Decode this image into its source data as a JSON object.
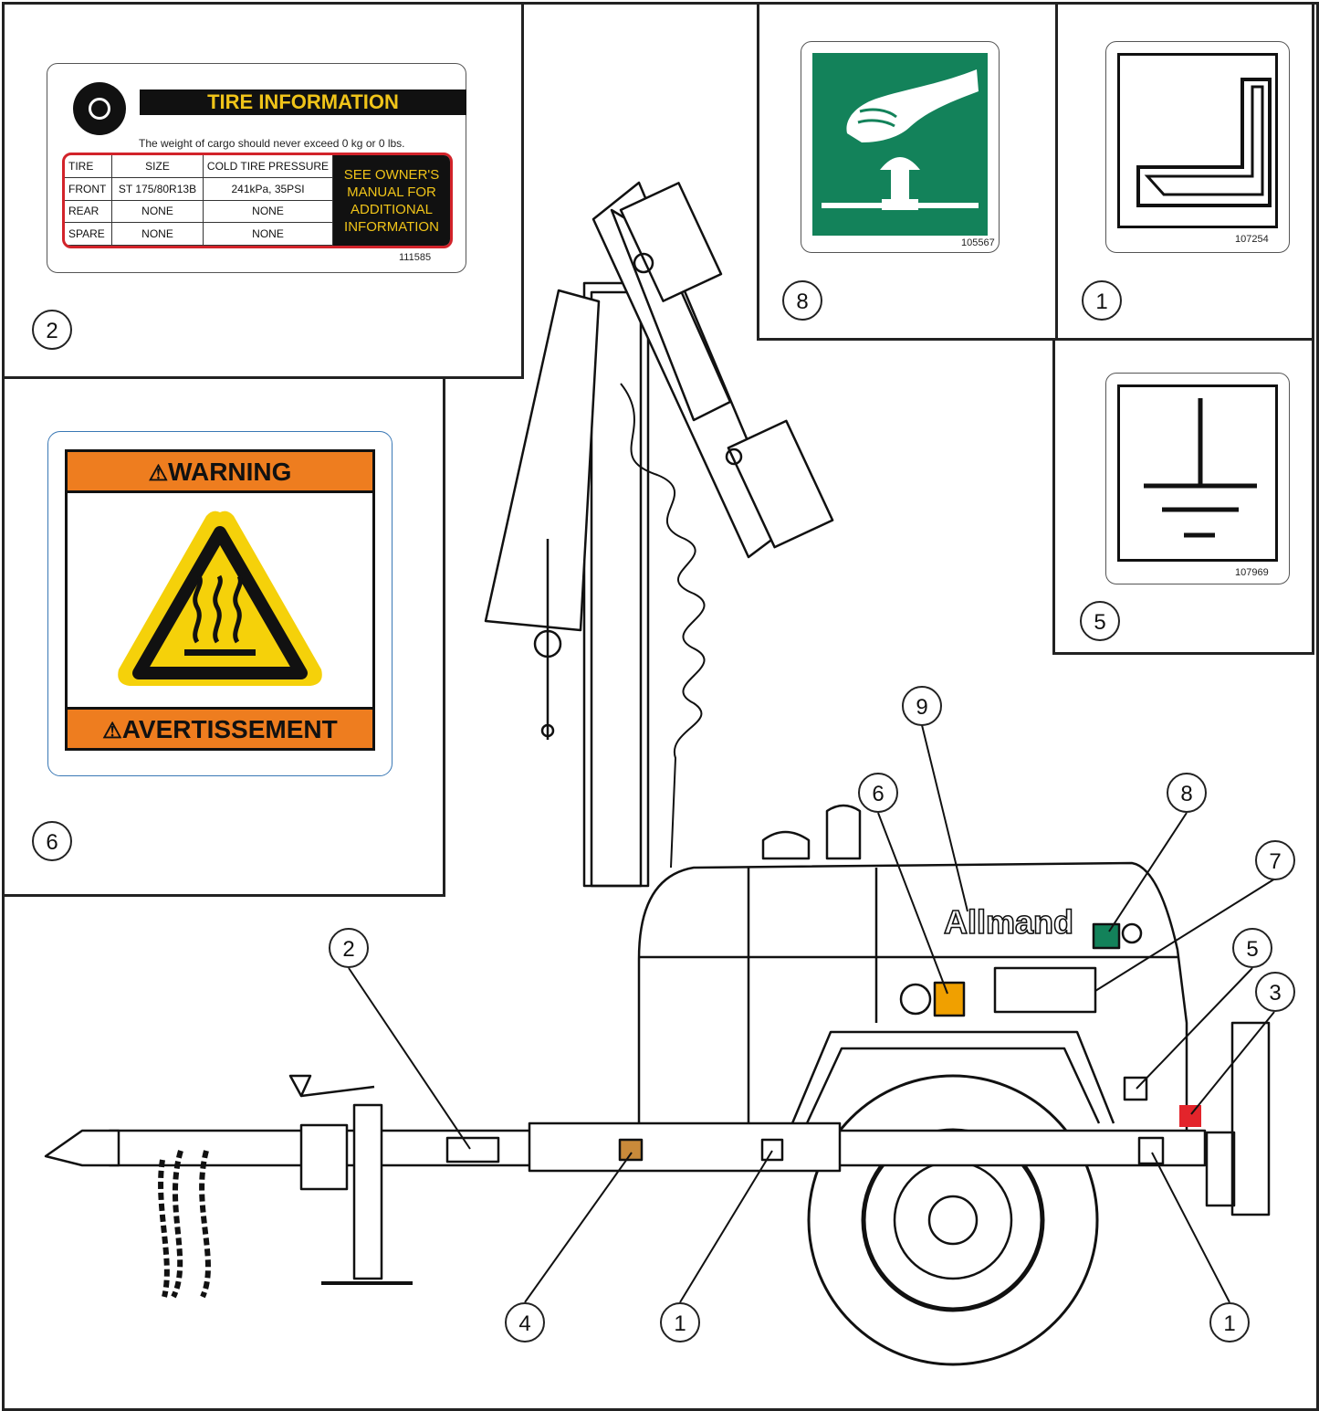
{
  "tire_decal": {
    "title": "TIRE INFORMATION",
    "note": "The weight of cargo should never exceed 0 kg or 0 lbs.",
    "headers": [
      "TIRE",
      "SIZE",
      "COLD TIRE PRESSURE"
    ],
    "rows": [
      [
        "FRONT",
        "ST 175/80R13B",
        "241kPa, 35PSI"
      ],
      [
        "REAR",
        "NONE",
        "NONE"
      ],
      [
        "SPARE",
        "NONE",
        "NONE"
      ]
    ],
    "side_lines": [
      "SEE OWNER'S",
      "MANUAL FOR",
      "ADDITIONAL",
      "INFORMATION"
    ],
    "part_number": "111585",
    "callout": "2"
  },
  "warning_decal": {
    "header": "WARNING",
    "footer": "AVERTISSEMENT",
    "callout": "6"
  },
  "estop_decal": {
    "part_number": "105567",
    "callout": "8"
  },
  "lift_decal": {
    "part_number": "107254",
    "callout": "1"
  },
  "ground_decal": {
    "part_number": "107969",
    "callout": "5"
  },
  "machine": {
    "brand": "Allmand",
    "callouts": [
      "9",
      "6",
      "8",
      "7",
      "2",
      "5",
      "3",
      "4",
      "1",
      "1"
    ]
  },
  "colors": {
    "warning_orange": "#ee7d1f",
    "hazard_yellow": "#f5d10a",
    "safe_green": "#13825a",
    "tire_red": "#d2232a",
    "tire_yellow": "#f0c419"
  }
}
